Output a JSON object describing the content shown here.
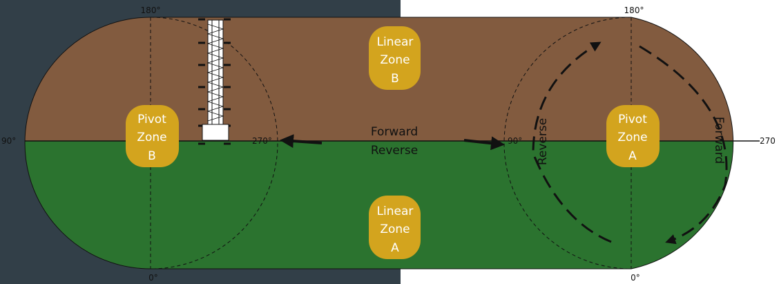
{
  "colors": {
    "left_background": "#323f48",
    "right_background": "#ffffff",
    "field_top": "#825b3f",
    "field_bottom": "#2b732f",
    "zone_badge": "#d3a41e",
    "zone_text": "#ffffff",
    "line": "#111111"
  },
  "degree_labels": {
    "left_top": "180°",
    "left_bottom": "0°",
    "left_outer": "90°",
    "left_inner": "270°",
    "right_top": "180°",
    "right_bottom": "0°",
    "right_inner": "90°",
    "right_outer": "270"
  },
  "zones": {
    "pivot_b": {
      "line1": "Pivot",
      "line2": "Zone",
      "line3": "B"
    },
    "pivot_a": {
      "line1": "Pivot",
      "line2": "Zone",
      "line3": "A"
    },
    "linear_b": {
      "line1": "Linear",
      "line2": "Zone",
      "line3": "B"
    },
    "linear_a": {
      "line1": "Linear",
      "line2": "Zone",
      "line3": "A"
    }
  },
  "directions": {
    "center_forward": "Forward",
    "center_reverse": "Reverse",
    "pivot_reverse": "Reverse",
    "pivot_forward": "Forward"
  },
  "icons": {
    "irrigation_machine": "lateral-move-irrigation-machine-icon"
  }
}
